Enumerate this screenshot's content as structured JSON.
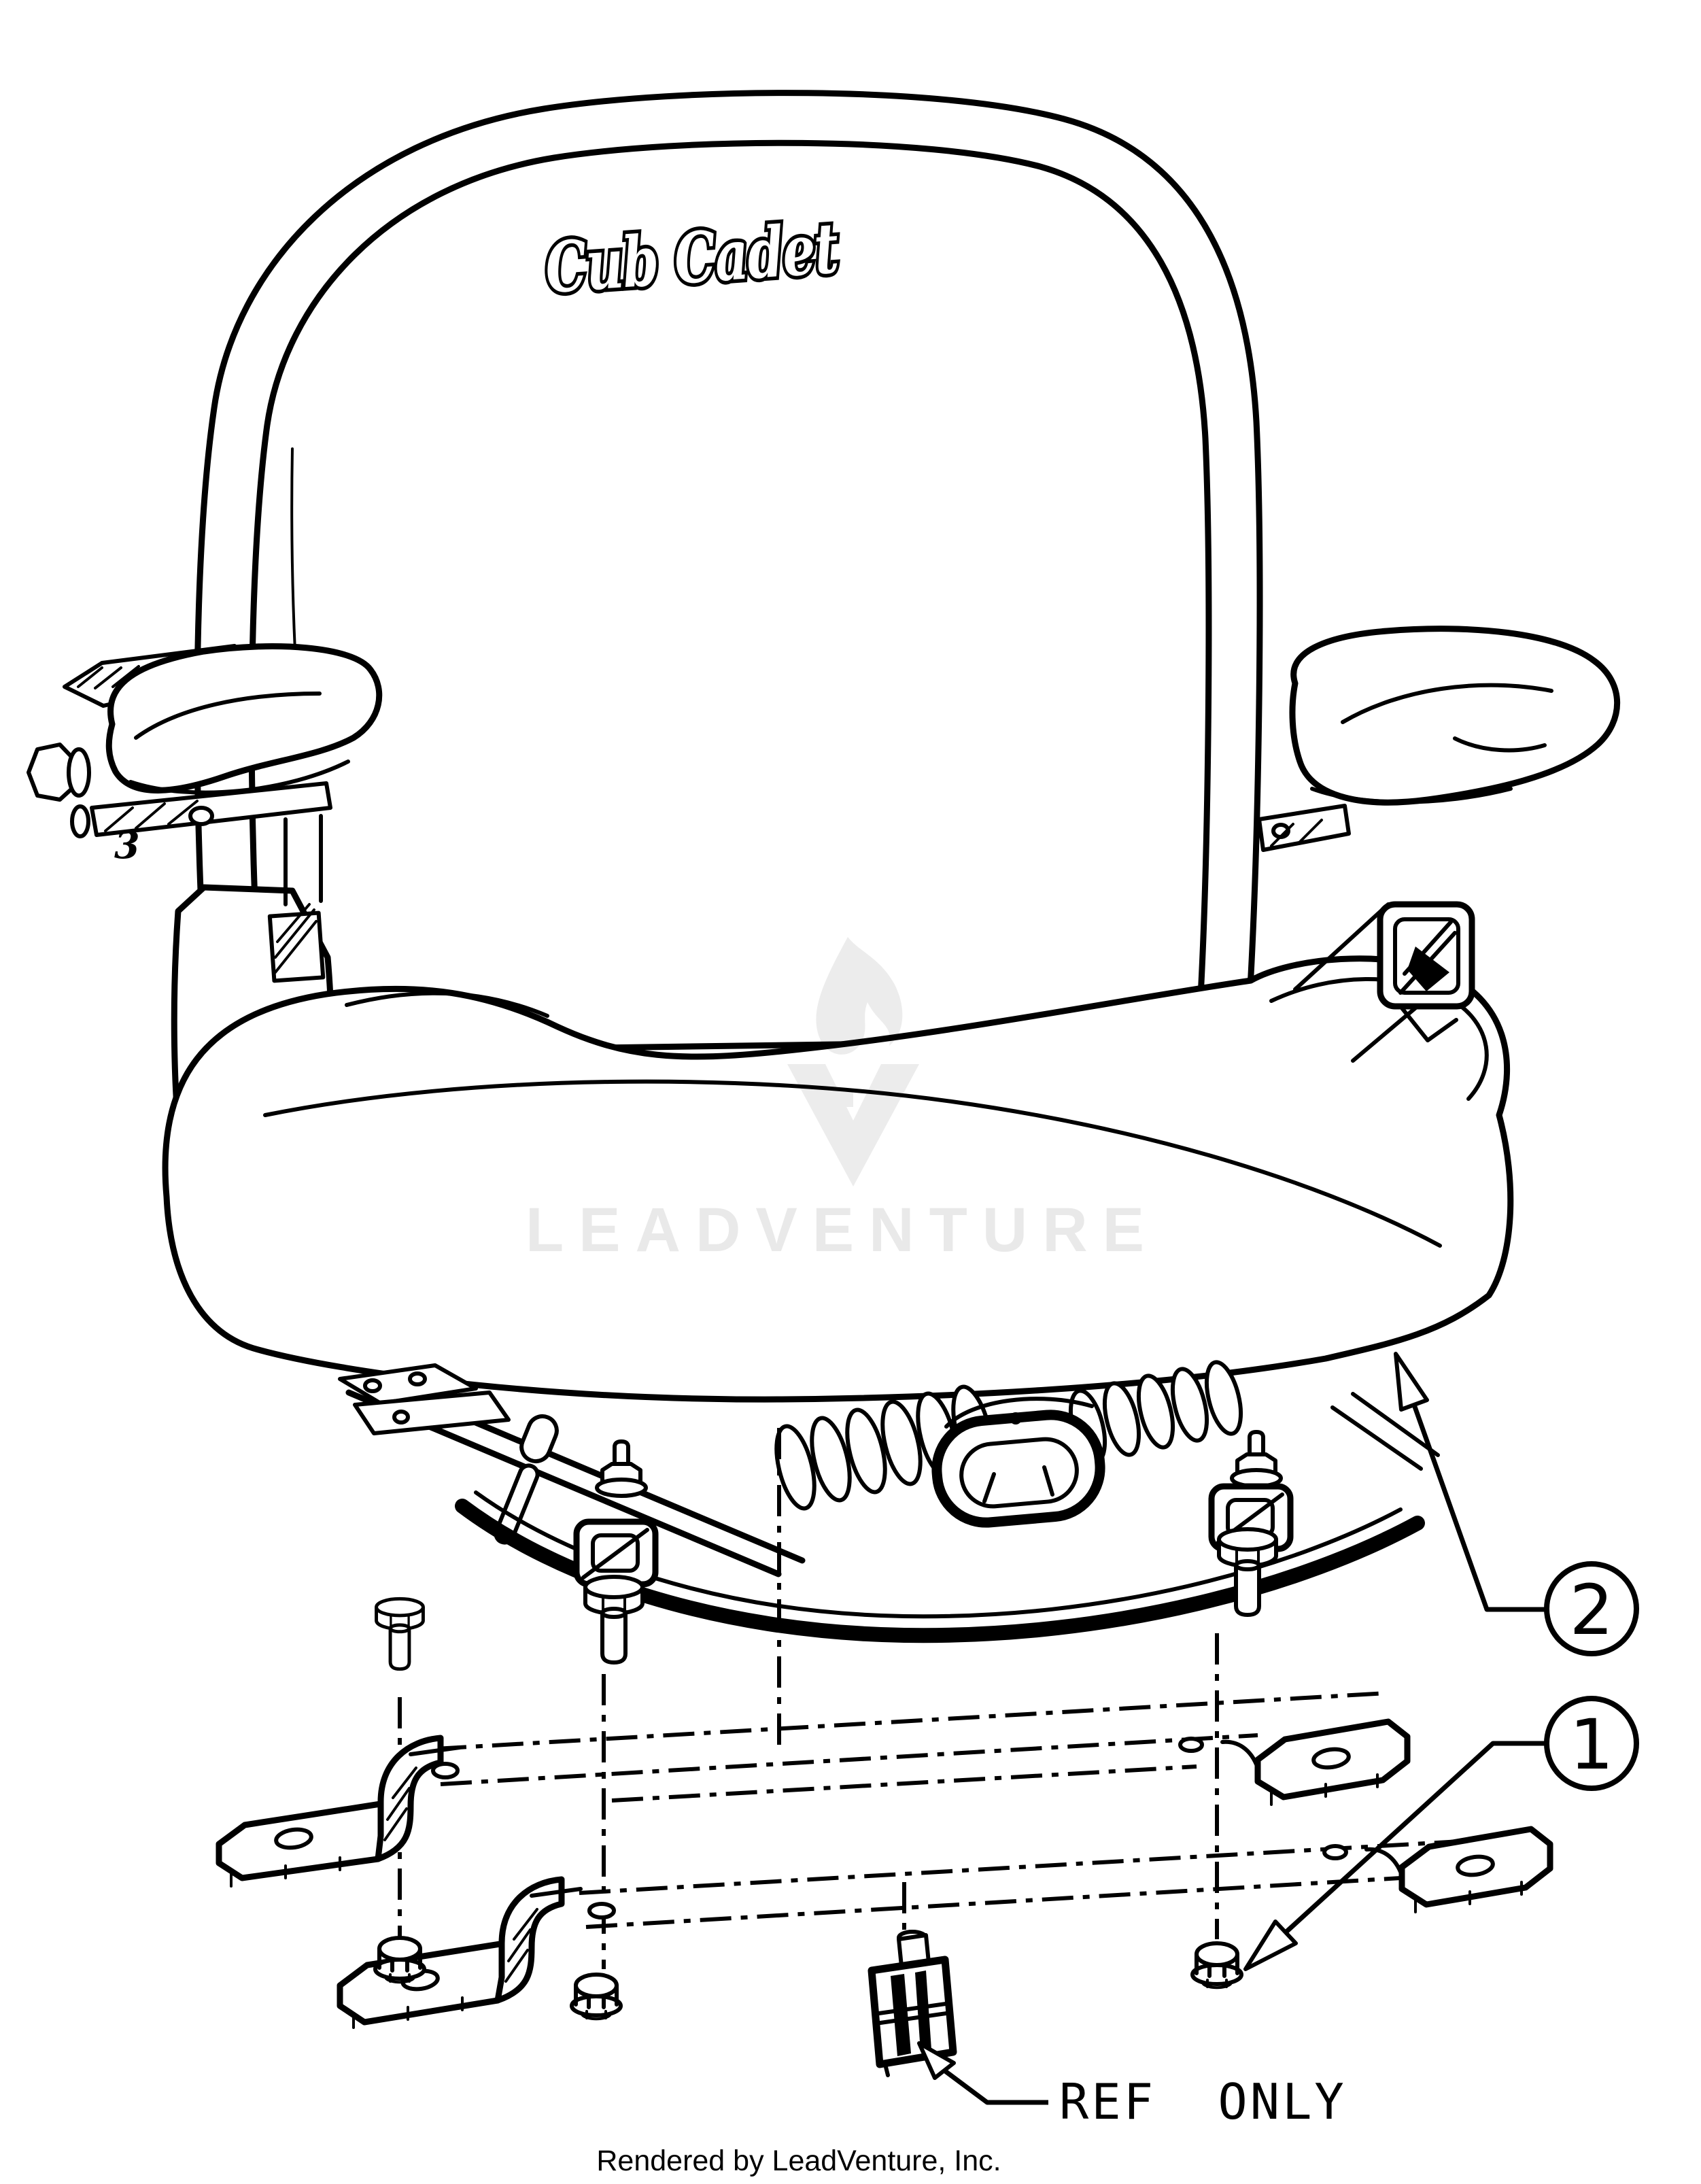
{
  "page": {
    "background_color": "#ffffff",
    "line_color": "#000000"
  },
  "diagram": {
    "title_logo": "Cub Cadet",
    "armrest_marking": "3",
    "ref_note": "REF ONLY",
    "callouts": [
      {
        "number": "1"
      },
      {
        "number": "2"
      }
    ]
  },
  "watermark": {
    "text": "LEADVENTURE",
    "icon": "leadventure-flame-v-logo",
    "color": "#ebebeb"
  },
  "footer": {
    "text": "Rendered by LeadVenture, Inc."
  }
}
